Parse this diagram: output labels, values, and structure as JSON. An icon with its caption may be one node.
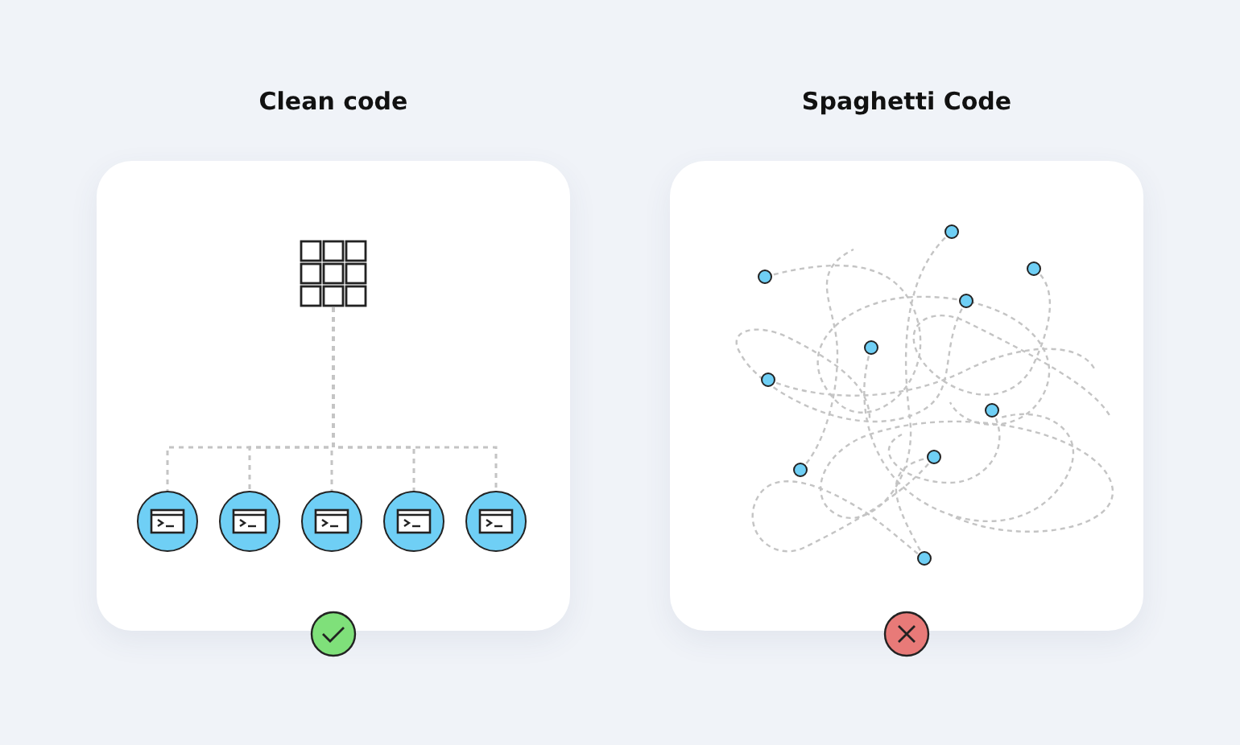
{
  "diagram": {
    "nodes": [
      {
        "text": [
          "Clean code"
        ]
      },
      {
        "text": [],
        "shape": "picture",
        "in": 0
      },
      {
        "text": [],
        "shape": "circle",
        "in": 0
      },
      {
        "text": [],
        "shape": "circle",
        "in": 0
      },
      {
        "text": [],
        "shape": "circle",
        "in": 0
      },
      {
        "text": [],
        "shape": "circle",
        "in": 0
      },
      {
        "text": [],
        "shape": "circle",
        "in": 0
      },
      {
        "text": [
          "Spaghetti Code"
        ]
      },
      {
        "text": [],
        "shape": "picture",
        "in": 7
      }
    ],
    "edges": [
      {
        "from": 1,
        "to": 2,
        "arrow": "none",
        "style": "dashed"
      },
      {
        "from": 1,
        "to": 3,
        "arrow": "none",
        "style": "dashed"
      },
      {
        "from": 1,
        "to": 4,
        "arrow": "none",
        "style": "dashed"
      },
      {
        "from": 1,
        "to": 5,
        "arrow": "none",
        "style": "dashed"
      },
      {
        "from": 1,
        "to": 6,
        "arrow": "none",
        "style": "dashed"
      }
    ]
  }
}
